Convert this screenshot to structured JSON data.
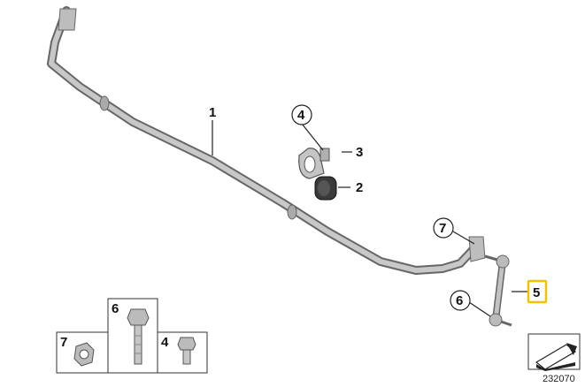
{
  "diagram": {
    "callouts": [
      {
        "id": "1",
        "text": "1"
      },
      {
        "id": "2",
        "text": "2"
      },
      {
        "id": "3",
        "text": "3"
      },
      {
        "id": "4",
        "text": "4"
      },
      {
        "id": "5",
        "text": "5"
      },
      {
        "id": "6",
        "text": "6"
      },
      {
        "id": "7",
        "text": "7"
      }
    ],
    "parts_grid": [
      {
        "id": "7",
        "text": "7"
      },
      {
        "id": "6",
        "text": "6"
      },
      {
        "id": "4",
        "text": "4"
      }
    ],
    "reference_number": "232070",
    "highlight_color": "#f2c100",
    "part_color": "#b9b9b9",
    "outline_color": "#555555"
  }
}
